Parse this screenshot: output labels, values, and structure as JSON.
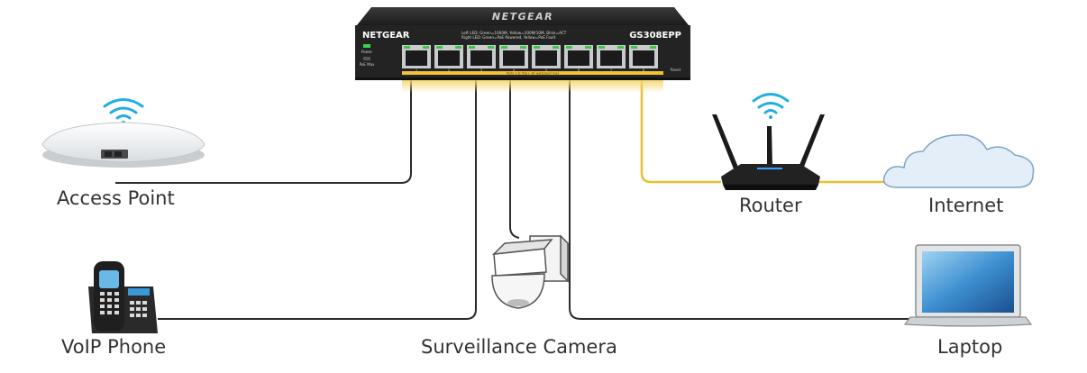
{
  "switch": {
    "brand_top": "NETGEAR",
    "brand_face": "NETGEAR",
    "model": "GS308EPP",
    "led_legend_1": "Left LED: Green=1000M, Yellow=100M/10M, Blink=ACT",
    "led_legend_2": "Right LED: Green=PoE Powered, Yellow=PoE Fault",
    "power_label": "Power",
    "poe_max_label": "PoE Max",
    "reset_label": "Reset",
    "poe_strip": "Ports 1-8: PoE+ 30 watts/port max",
    "port_numbers": [
      "1",
      "2",
      "3",
      "4",
      "5",
      "6",
      "7",
      "8"
    ]
  },
  "devices": {
    "access_point": "Access Point",
    "voip_phone": "VoIP Phone",
    "camera": "Surveillance Camera",
    "router": "Router",
    "internet": "Internet",
    "laptop": "Laptop"
  },
  "colors": {
    "cable": "#2b2b2b",
    "uplink_cable": "#e8c12e",
    "wifi": "#22aee4",
    "switch_body": "#2a2a2a",
    "poe_strip": "#f2c230",
    "cloud_fill": "#e3eef8",
    "cloud_stroke": "#7ea4c8",
    "label_text": "#333333"
  }
}
